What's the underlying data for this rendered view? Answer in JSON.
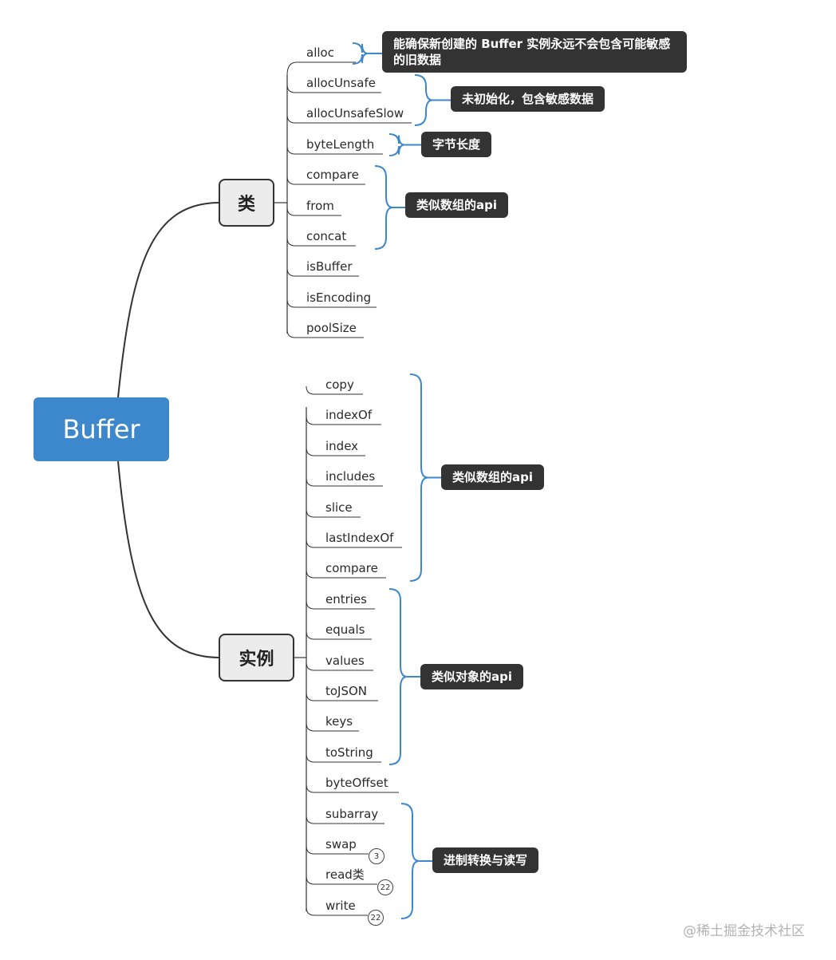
{
  "root": {
    "label": "Buffer"
  },
  "class_branch": {
    "label": "类",
    "items": [
      "alloc",
      "allocUnsafe",
      "allocUnsafeSlow",
      "byteLength",
      "compare",
      "from",
      "concat",
      "isBuffer",
      "isEncoding",
      "poolSize"
    ],
    "notes": [
      "能确保新创建的 Buffer 实例永远不会包含可能敏感的旧数据",
      "未初始化，包含敏感数据",
      "字节长度",
      "类似数组的api"
    ]
  },
  "instance_branch": {
    "label": "实例",
    "items": [
      "copy",
      "indexOf",
      "index",
      "includes",
      "slice",
      "lastIndexOf",
      "compare",
      "entries",
      "equals",
      "values",
      "toJSON",
      "keys",
      "toString",
      "byteOffset",
      "subarray",
      "swap",
      "read类",
      "write"
    ],
    "badges": [
      "3",
      "22",
      "22"
    ],
    "notes": [
      "类似数组的api",
      "类似对象的api",
      "进制转换与读写"
    ]
  },
  "watermark": "@稀土掘金技术社区",
  "colors": {
    "root_bg": "#3d87cc",
    "branch_bg": "#ececec",
    "note_bg": "#333333",
    "bracket": "#3d87cc",
    "line": "#333333"
  }
}
